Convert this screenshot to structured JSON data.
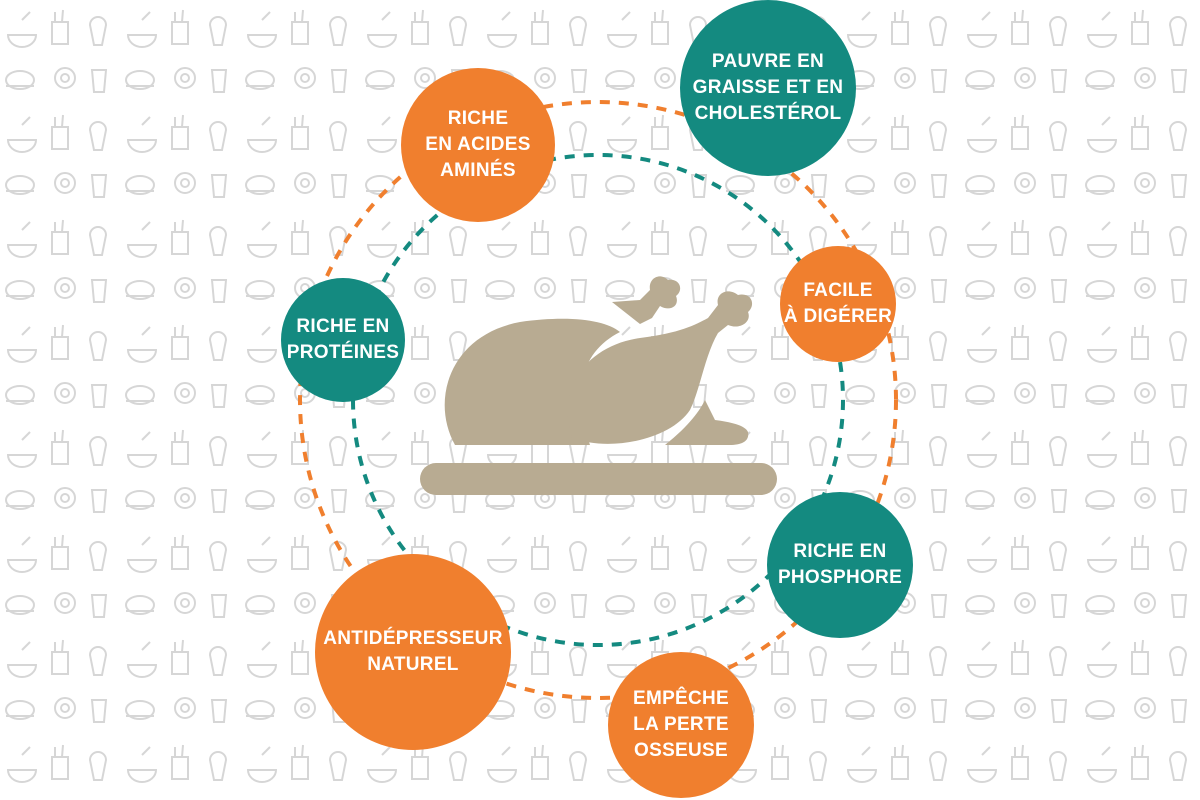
{
  "colors": {
    "orange": "#f07f2e",
    "teal": "#148a80",
    "turkey": "#b8ab92",
    "pattern": "#d4d4d4"
  },
  "center_icon": "roast-turkey-icon",
  "benefits": [
    {
      "id": "amino",
      "text": "RICHE\nEN ACIDES\nAMINÉS",
      "color": "orange"
    },
    {
      "id": "low-fat",
      "text": "PAUVRE EN\nGRAISSE ET EN\nCHOLESTÉROL",
      "color": "teal"
    },
    {
      "id": "digest",
      "text": "FACILE\nÀ DIGÉRER",
      "color": "orange"
    },
    {
      "id": "protein",
      "text": "RICHE EN\nPROTÉINES",
      "color": "teal"
    },
    {
      "id": "phosphorus",
      "text": "RICHE EN\nPHOSPHORE",
      "color": "teal"
    },
    {
      "id": "antidepressant",
      "text": "ANTIDÉPRESSEUR\nNATUREL",
      "color": "orange"
    },
    {
      "id": "bone",
      "text": "EMPÊCHE\nLA PERTE\nOSSEUSE",
      "color": "orange"
    }
  ]
}
